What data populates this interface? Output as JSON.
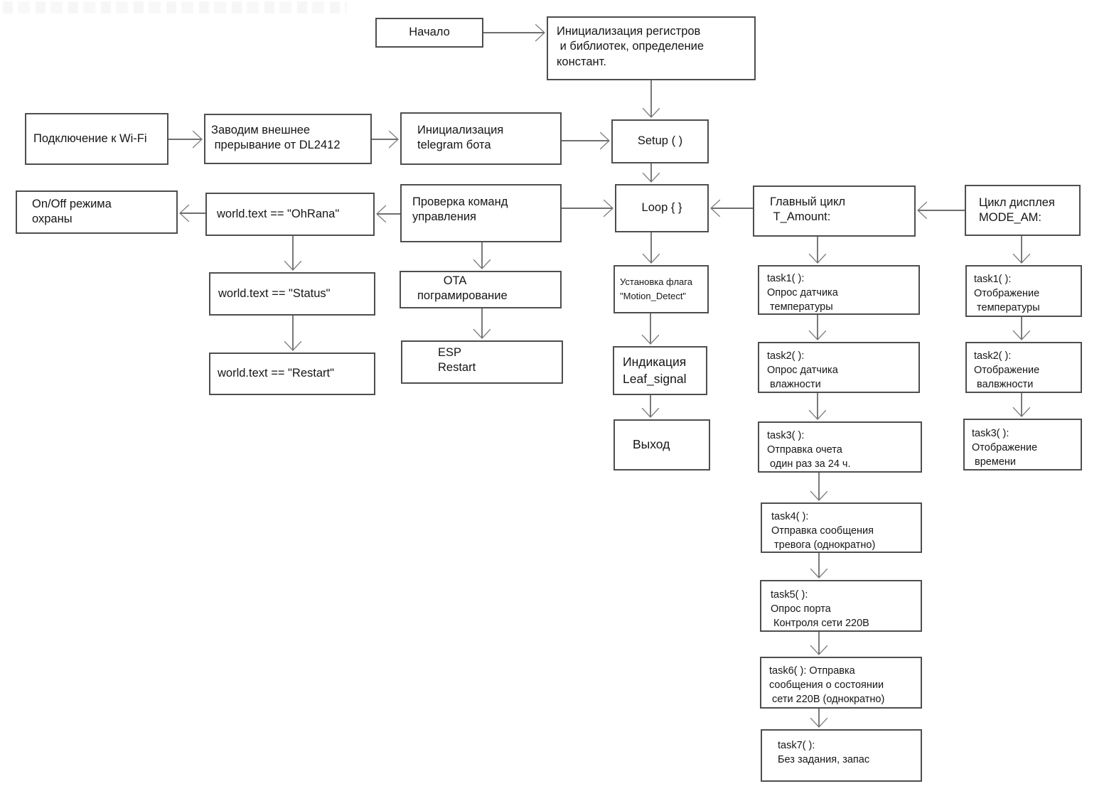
{
  "diagram": {
    "kind": "flowchart",
    "language": "ru",
    "background": "#ffffff",
    "line_color": "#3f3f3f",
    "arrowhead_color": "#7d7d7d",
    "box_border_color": "#4e4e4e",
    "text_color": "#161616"
  },
  "nodes": {
    "nachalo": "Начало",
    "initregs": "Инициализация регистров\n и библиотек, определение\nконстант.",
    "wifi": "Подключение к Wi-Fi",
    "vneshnee": "Заводим внешнее\n прерывание от DL2412",
    "telegram": "Инициализация\ntelegram бота",
    "setup": "Setup ( )",
    "onoff": "On/Off режима\nохраны",
    "ohrana": "world.text == \"OhRana\"",
    "proverka": "Проверка команд\nуправления",
    "loop": "Loop { }",
    "glavny": "Главный цикл\n T_Amount:",
    "cikl": "Цикл дисплея\nMODE_AM:",
    "status": "world.text == \"Status\"",
    "restart": "world.text == \"Restart\"",
    "ota": "        OTA\nпограмирование",
    "esp": "ESP\nRestart",
    "ustanovka": "Установка флага\n\"Motion_Detect\"",
    "indikacia": "Индикация\nLeaf_signal",
    "vyhod": "Выход",
    "t1": "task1( ):\nОпрос датчика\n температуры",
    "t2": "task2( ):\nОпрос датчика\n влажности",
    "t3": "task3( ):\nОтправка очета\n один раз за 24 ч.",
    "t4": "task4( ):\nОтправка сообщения\n тревога (однократно)",
    "t5": "task5( ):\nОпрос порта\n Контроля сети 220В",
    "t6": "task6( ): Отправка\nсообщения о состоянии\n сети 220В (однократно)",
    "t7": "task7( ):\nБез задания, запас",
    "d1": "task1( ):\nОтображение\n температуры",
    "d2": "task2( ):\nОтображение\n валвжности",
    "d3": "task3( ):\nОтображение\n времени"
  },
  "edges": [
    {
      "from": "nachalo",
      "to": "initregs"
    },
    {
      "from": "initregs",
      "to": "setup"
    },
    {
      "from": "wifi",
      "to": "vneshnee"
    },
    {
      "from": "vneshnee",
      "to": "telegram"
    },
    {
      "from": "telegram",
      "to": "setup"
    },
    {
      "from": "setup",
      "to": "loop"
    },
    {
      "from": "proverka",
      "to": "loop"
    },
    {
      "from": "glavny",
      "to": "loop"
    },
    {
      "from": "cikl",
      "to": "glavny"
    },
    {
      "from": "proverka",
      "to": "ohrana"
    },
    {
      "from": "ohrana",
      "to": "onoff"
    },
    {
      "from": "ohrana",
      "to": "status"
    },
    {
      "from": "status",
      "to": "restart"
    },
    {
      "from": "proverka",
      "to": "ota"
    },
    {
      "from": "ota",
      "to": "esp"
    },
    {
      "from": "loop",
      "to": "ustanovka"
    },
    {
      "from": "ustanovka",
      "to": "indikacia"
    },
    {
      "from": "indikacia",
      "to": "vyhod"
    },
    {
      "from": "glavny",
      "to": "t1"
    },
    {
      "from": "t1",
      "to": "t2"
    },
    {
      "from": "t2",
      "to": "t3"
    },
    {
      "from": "t3",
      "to": "t4"
    },
    {
      "from": "t4",
      "to": "t5"
    },
    {
      "from": "t5",
      "to": "t6"
    },
    {
      "from": "t6",
      "to": "t7"
    },
    {
      "from": "cikl",
      "to": "d1"
    },
    {
      "from": "d1",
      "to": "d2"
    },
    {
      "from": "d2",
      "to": "d3"
    }
  ]
}
